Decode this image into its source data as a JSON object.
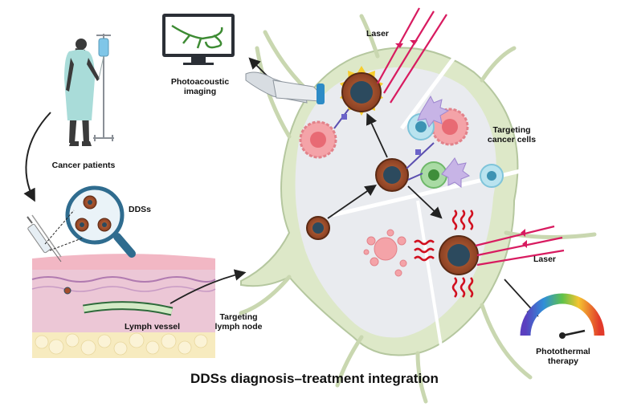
{
  "labels": {
    "cancer_patients": "Cancer patients",
    "ddss": "DDSs",
    "lymph_vessel": "Lymph vessel",
    "targeting_lymph_node_line1": "Targeting",
    "targeting_lymph_node_line2": "lymph node",
    "photoacoustic_line1": "Photoacoustic",
    "photoacoustic_line2": "imaging",
    "laser_top": "Laser",
    "targeting_cancer_line1": "Targeting",
    "targeting_cancer_line2": "cancer cells",
    "laser_right": "Laser",
    "photothermal_line1": "Photothermal",
    "photothermal_line2": "therapy"
  },
  "title": "DDSs diagnosis–treatment integration",
  "colors": {
    "node_outer": "#dde8c8",
    "node_inner": "#e9ebef",
    "skin_top": "#f2b7c4",
    "dermis": "#ecc7d6",
    "fat": "#f7ebbf",
    "laser": "#d81b60",
    "heat": "#d10f1f",
    "nanoparticle_shell": "#a34e2c",
    "nanoparticle_core": "#2c4a5e"
  },
  "icons": [
    "patient-icon",
    "iv-drip-icon",
    "syringe-icon",
    "magnifier-icon",
    "monitor-icon",
    "ultrasound-probe-icon",
    "thermometer-gauge-icon",
    "laser-beam-icon",
    "heat-wave-icon"
  ]
}
